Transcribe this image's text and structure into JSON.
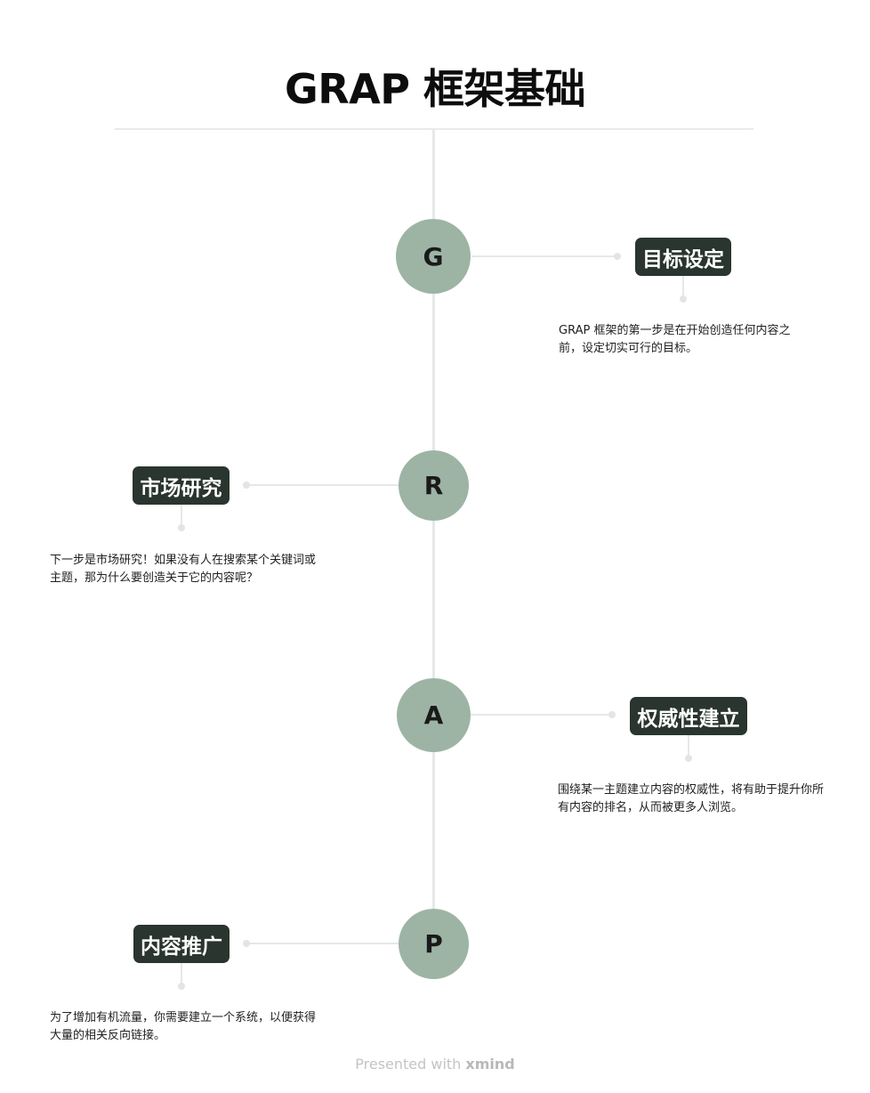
{
  "title": "GRAP 框架基础",
  "steps": [
    {
      "letter": "G",
      "topic": "目标设定",
      "description": "GRAP 框架的第一步是在开始创造任何内容之前，设定切实可行的目标。"
    },
    {
      "letter": "R",
      "topic": "市场研究",
      "description": "下一步是市场研究！如果没有人在搜索某个关键词或主题，那为什么要创造关于它的内容呢？"
    },
    {
      "letter": "A",
      "topic": "权威性建立",
      "description": "围绕某一主题建立内容的权威性，将有助于提升你所有内容的排名，从而被更多人浏览。"
    },
    {
      "letter": "P",
      "topic": "内容推广",
      "description": "为了增加有机流量，你需要建立一个系统，以便获得大量的相关反向链接。"
    }
  ],
  "footer": {
    "prefix": "Presented with",
    "brand": "xmind"
  },
  "colors": {
    "node": "#9db4a4",
    "topic": "#29352e",
    "connector": "#e6e8e7"
  }
}
